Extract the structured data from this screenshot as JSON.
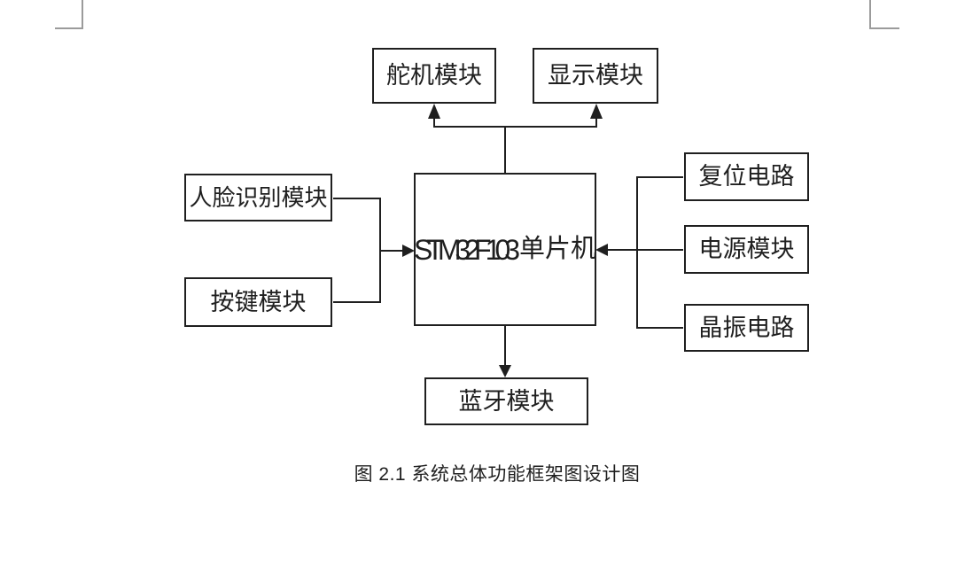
{
  "colors": {
    "line": "#1f1f1f",
    "text": "#1f1f1f",
    "background": "#ffffff",
    "crop_mark": "#9b9b9b"
  },
  "diagram": {
    "mcu": {
      "part_number": "STM32F103",
      "device_type": "单片机"
    },
    "modules": {
      "servo": {
        "label": "舵机模块"
      },
      "display": {
        "label": "显示模块"
      },
      "face_recognition": {
        "label": "人脸识别模块"
      },
      "keypad": {
        "label": "按键模块"
      },
      "reset": {
        "label": "复位电路"
      },
      "power": {
        "label": "电源模块"
      },
      "crystal": {
        "label": "晶振电路"
      },
      "bluetooth": {
        "label": "蓝牙模块"
      }
    },
    "connections": [
      {
        "from": "mcu",
        "to": "servo",
        "arrow": "into-servo"
      },
      {
        "from": "mcu",
        "to": "display",
        "arrow": "into-display"
      },
      {
        "from": "face_recognition",
        "to": "mcu",
        "arrow": "into-mcu-left"
      },
      {
        "from": "keypad",
        "to": "mcu",
        "arrow": "into-mcu-left"
      },
      {
        "from": "reset",
        "to": "mcu",
        "arrow": "into-mcu-right"
      },
      {
        "from": "power",
        "to": "mcu",
        "arrow": "into-mcu-right"
      },
      {
        "from": "crystal",
        "to": "mcu",
        "arrow": "into-mcu-right"
      },
      {
        "from": "mcu",
        "to": "bluetooth",
        "arrow": "into-bluetooth"
      }
    ]
  },
  "caption": {
    "text": "图 2.1 系统总体功能框架图设计图"
  }
}
